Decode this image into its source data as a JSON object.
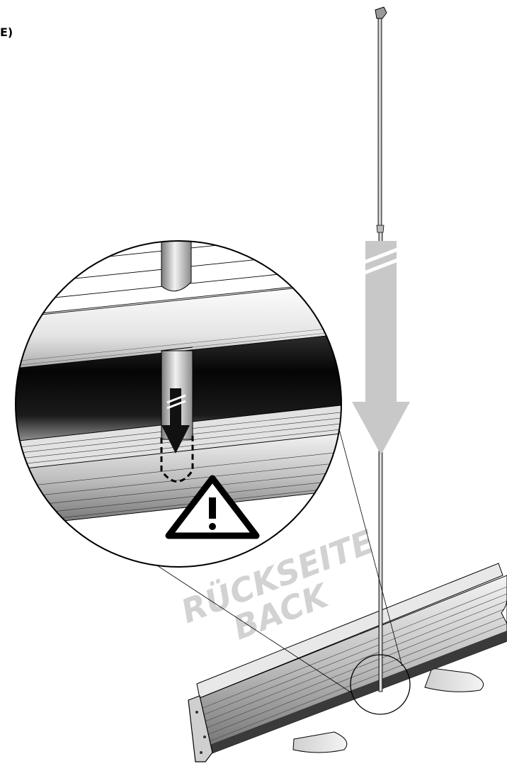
{
  "labels": {
    "corner": "E)",
    "side_de": "RÜCKSEITE",
    "side_en": "BACK"
  },
  "icons": {
    "warning": "warning-triangle-icon",
    "insert_arrow": "down-arrow-icon"
  },
  "colors": {
    "arrow_fill": "#c8c8c8",
    "side_label": "#d2d2d2",
    "outline": "#000000"
  }
}
